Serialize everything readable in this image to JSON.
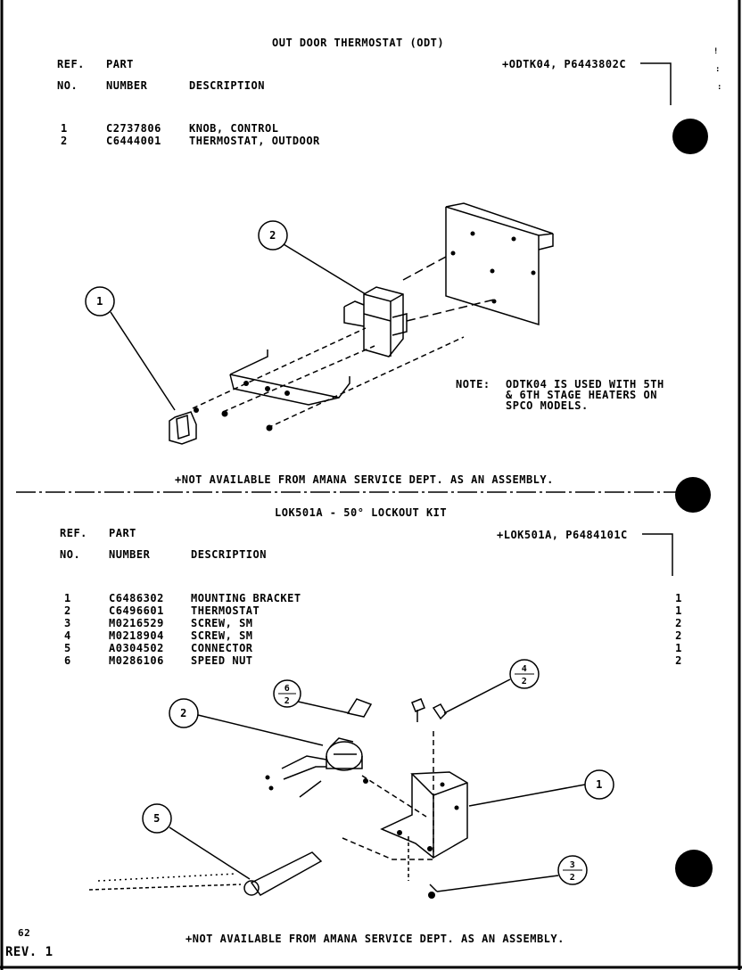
{
  "page": {
    "page_number": "62",
    "revision": "REV. 1"
  },
  "odt": {
    "title": "OUT DOOR THERMOSTAT (ODT)",
    "header_ref_1": "REF.",
    "header_ref_2": "NO.",
    "header_part_1": "PART",
    "header_part_2": "NUMBER",
    "header_desc": "DESCRIPTION",
    "assembly_ref": "+ODTK04, P6443802C",
    "items": [
      {
        "ref": "1",
        "part": "C2737806",
        "desc": "KNOB, CONTROL"
      },
      {
        "ref": "2",
        "part": "C6444001",
        "desc": "THERMOSTAT, OUTDOOR"
      }
    ],
    "note_label": "NOTE:",
    "note_lines": [
      "ODTK04 IS USED WITH 5TH",
      "& 6TH STAGE HEATERS ON",
      "SPCO MODELS."
    ],
    "footer": "+NOT AVAILABLE FROM AMANA SERVICE DEPT. AS AN ASSEMBLY.",
    "callouts": [
      "1",
      "2"
    ]
  },
  "lok": {
    "title": "LOK501A - 50° LOCKOUT KIT",
    "header_ref_1": "REF.",
    "header_ref_2": "NO.",
    "header_part_1": "PART",
    "header_part_2": "NUMBER",
    "header_desc": "DESCRIPTION",
    "assembly_ref": "+LOK501A, P6484101C",
    "items": [
      {
        "ref": "1",
        "part": "C6486302",
        "desc": "MOUNTING BRACKET",
        "qty": "1"
      },
      {
        "ref": "2",
        "part": "C6496601",
        "desc": "THERMOSTAT",
        "qty": "1"
      },
      {
        "ref": "3",
        "part": "M0216529",
        "desc": "SCREW, SM",
        "qty": "2"
      },
      {
        "ref": "4",
        "part": "M0218904",
        "desc": "SCREW, SM",
        "qty": "2"
      },
      {
        "ref": "5",
        "part": "A0304502",
        "desc": "CONNECTOR",
        "qty": "1"
      },
      {
        "ref": "6",
        "part": "M0286106",
        "desc": "SPEED NUT",
        "qty": "2"
      }
    ],
    "footer": "+NOT AVAILABLE FROM AMANA SERVICE DEPT. AS AN ASSEMBLY.",
    "callouts": [
      "1",
      "2",
      "5"
    ],
    "fraction_callouts": [
      {
        "num": "6",
        "den": "2"
      },
      {
        "num": "4",
        "den": "2"
      },
      {
        "num": "3",
        "den": "2"
      }
    ]
  }
}
